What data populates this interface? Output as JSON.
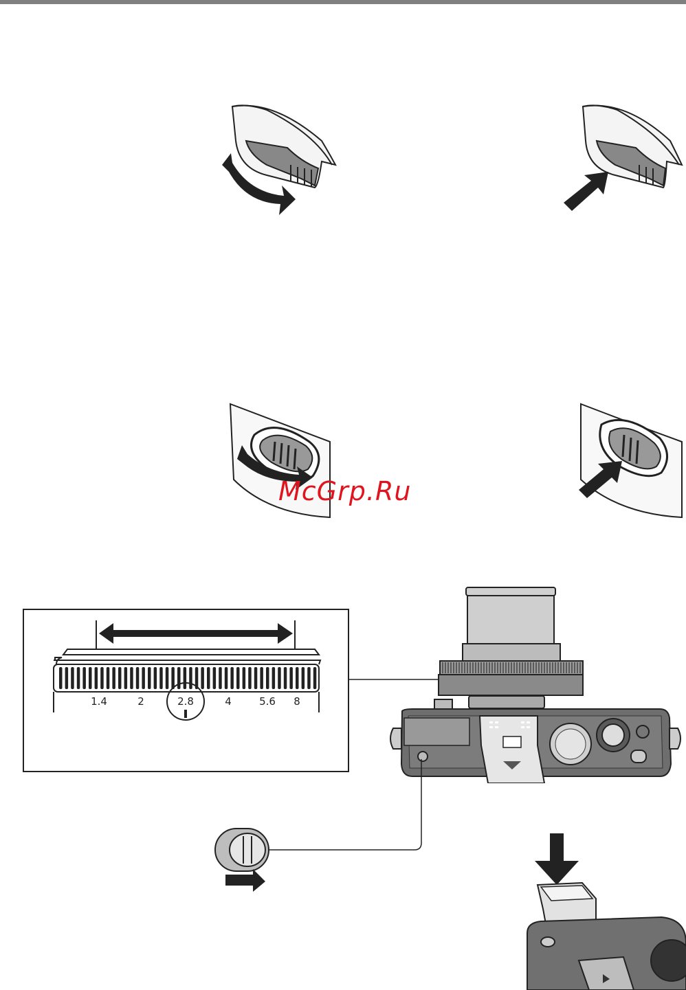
{
  "watermark": {
    "text": "McGrp.Ru"
  },
  "aperture_ring": {
    "scale": [
      "1.4",
      "2",
      "2.8",
      "4",
      "5.6",
      "8"
    ],
    "selected": "2.8"
  },
  "colors": {
    "watermark": "#e0141e",
    "header_bar": "#808080"
  },
  "icons": {
    "dial_rotate": "rotate-arrow-icon",
    "dial_press": "press-arrow-icon",
    "slide": "slide-right-arrow-icon",
    "push_down": "push-down-arrow-icon"
  }
}
